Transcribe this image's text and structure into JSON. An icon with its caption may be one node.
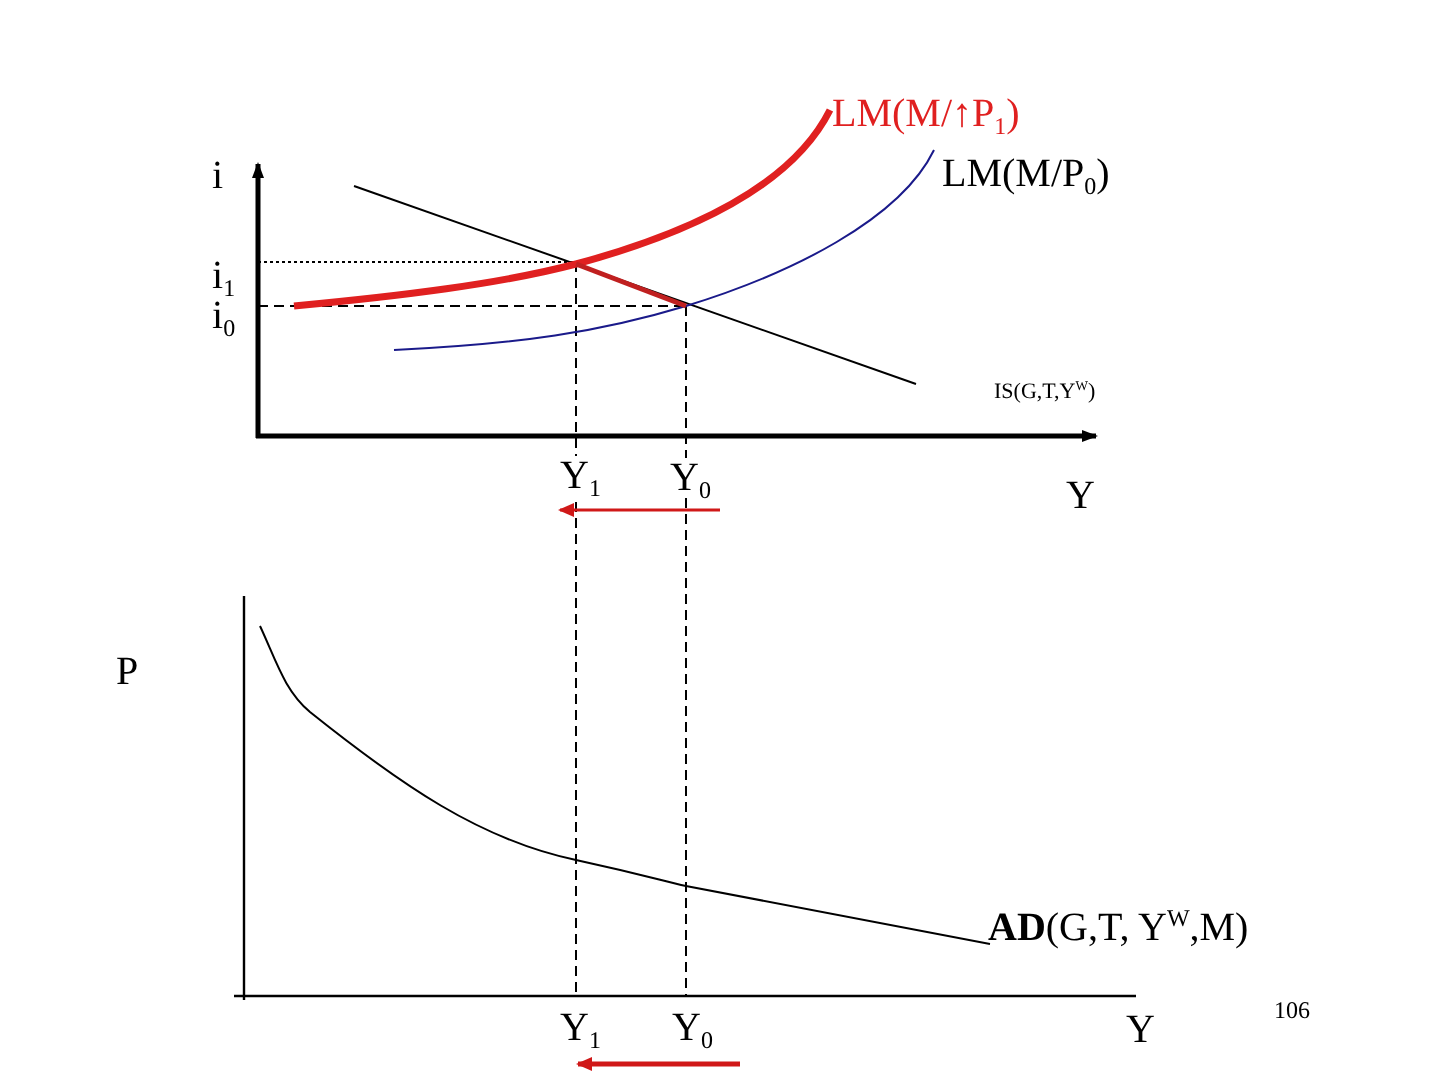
{
  "diagram": {
    "labels": [
      "LM(M/↑P$_{1}$)",
      "i",
      "LM(M/P$_{0}$)",
      "i$_{1}$",
      "i$_{0}$",
      "IS(G,T,Y$^{W}$)",
      "Y$_{1}$",
      "Y$_{0}$",
      "Y",
      "P",
      "**AD**(G,T, Y$^{W}$,M)",
      "Y$_{1}$",
      "Y$_{0}$",
      "Y",
      "106"
    ]
  }
}
